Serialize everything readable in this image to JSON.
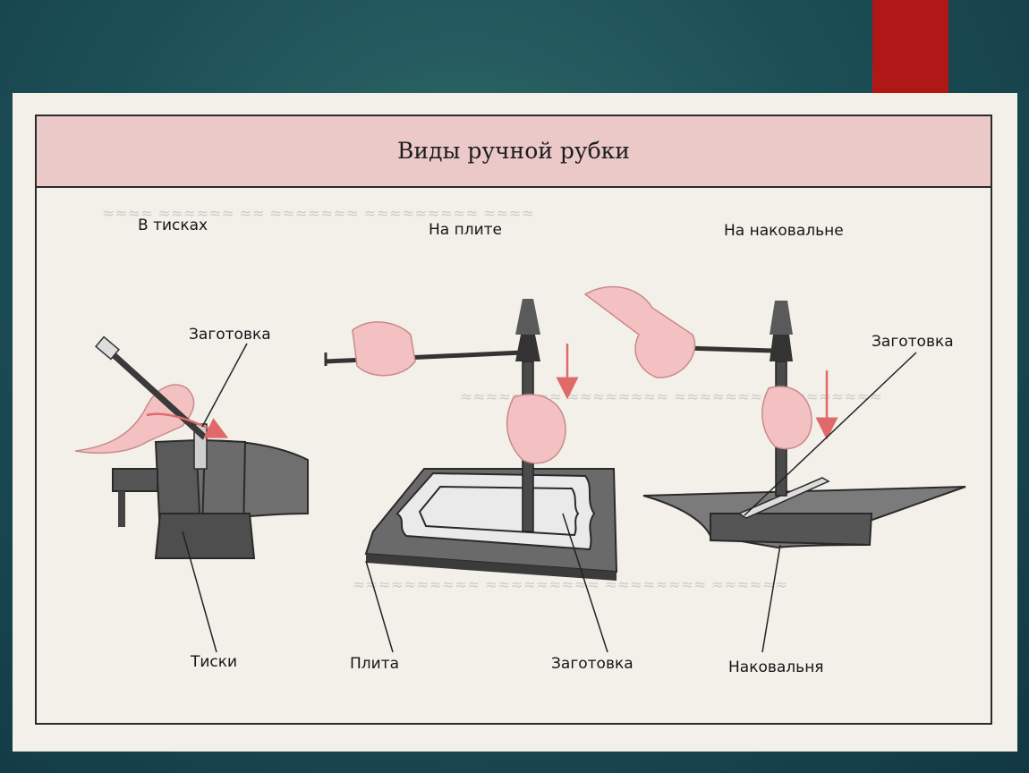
{
  "title": "Виды ручной рубки",
  "sections": {
    "vise": {
      "heading": "В тисках",
      "workpiece_label": "Заготовка",
      "tool_label": "Тиски"
    },
    "plate": {
      "heading": "На плите",
      "tool_label": "Плита",
      "workpiece_label": "Заготовка"
    },
    "anvil": {
      "heading": "На наковальне",
      "workpiece_label": "Заготовка",
      "tool_label": "Наковальня"
    }
  },
  "colors": {
    "slide_background": "#1d4f57",
    "accent_block": "#b01818",
    "title_band": "#ecc9c9",
    "hand_skin": "#f3c1c1",
    "metal": "#585858"
  }
}
